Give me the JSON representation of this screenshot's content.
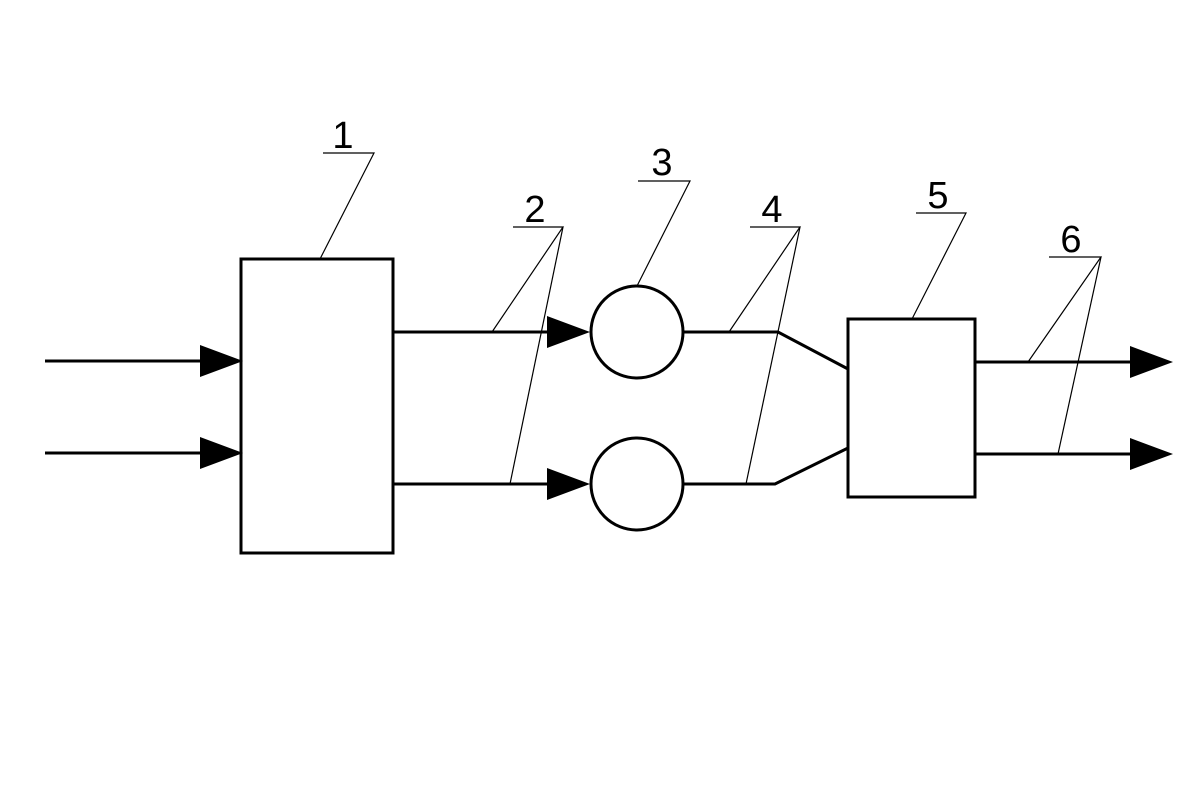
{
  "diagram": {
    "labels": {
      "l1": "1",
      "l2": "2",
      "l3": "3",
      "l4": "4",
      "l5": "5",
      "l6": "6"
    },
    "colors": {
      "line": "#000000",
      "background": "#ffffff"
    }
  }
}
